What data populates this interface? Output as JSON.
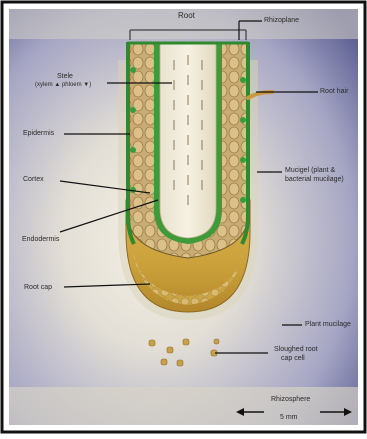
{
  "figure": {
    "root_title": "Root",
    "labels": {
      "rhizoplane": "Rhizoplane",
      "stele": "Stele",
      "stele_sub": "(xylem ▲ phloem ▼)",
      "epidermis": "Epidermis",
      "cortex": "Cortex",
      "endodermis": "Endodermis",
      "root_cap": "Root cap",
      "root_hair": "Root hair",
      "mucigel_1": "Mucigel (plant &",
      "mucigel_2": "bacterial mucilage)",
      "plant_mucilage": "Plant mucilage",
      "sloughed_1": "Sloughed root",
      "sloughed_2": "cap cell",
      "rhizosphere": "Rhizosphere",
      "scale": "5 mm"
    }
  }
}
